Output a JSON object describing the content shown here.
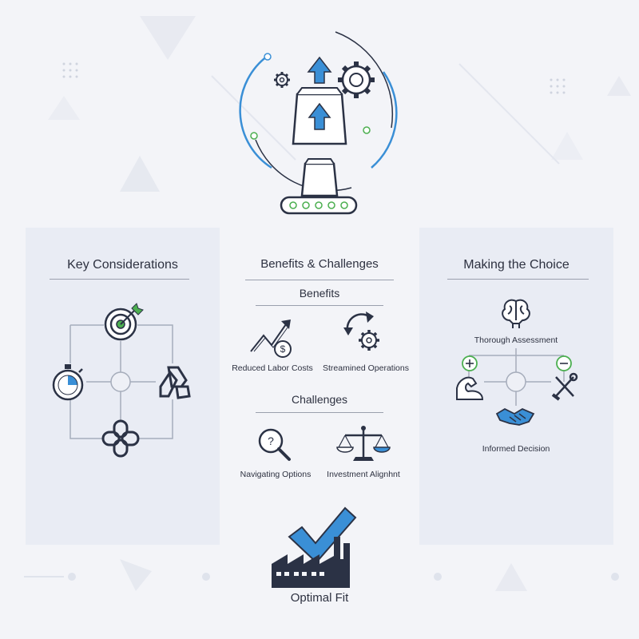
{
  "left_panel": {
    "title": "Key Considerations"
  },
  "middle": {
    "title": "Benefits & Challenges",
    "benefits": {
      "title": "Benefits",
      "items": [
        {
          "label": "Reduced Labor Costs",
          "icon": "growth-chart-dollar-icon"
        },
        {
          "label": "Streamined Operations",
          "icon": "gear-arrow-icon"
        }
      ]
    },
    "challenges": {
      "title": "Challenges",
      "items": [
        {
          "label": "Navigating Options",
          "icon": "magnifier-question-icon"
        },
        {
          "label": "Investment Alignhnt",
          "icon": "balance-scale-icon"
        }
      ]
    }
  },
  "right_panel": {
    "title": "Making the Choice",
    "assessment": "Thorough Assessment",
    "decision": "Informed Decision"
  },
  "bottom": {
    "label": "Optimal Fit"
  },
  "colors": {
    "accent": "#3a8fd6",
    "green": "#4caf50",
    "navy": "#2b3245",
    "panel": "#e9ecf4"
  }
}
